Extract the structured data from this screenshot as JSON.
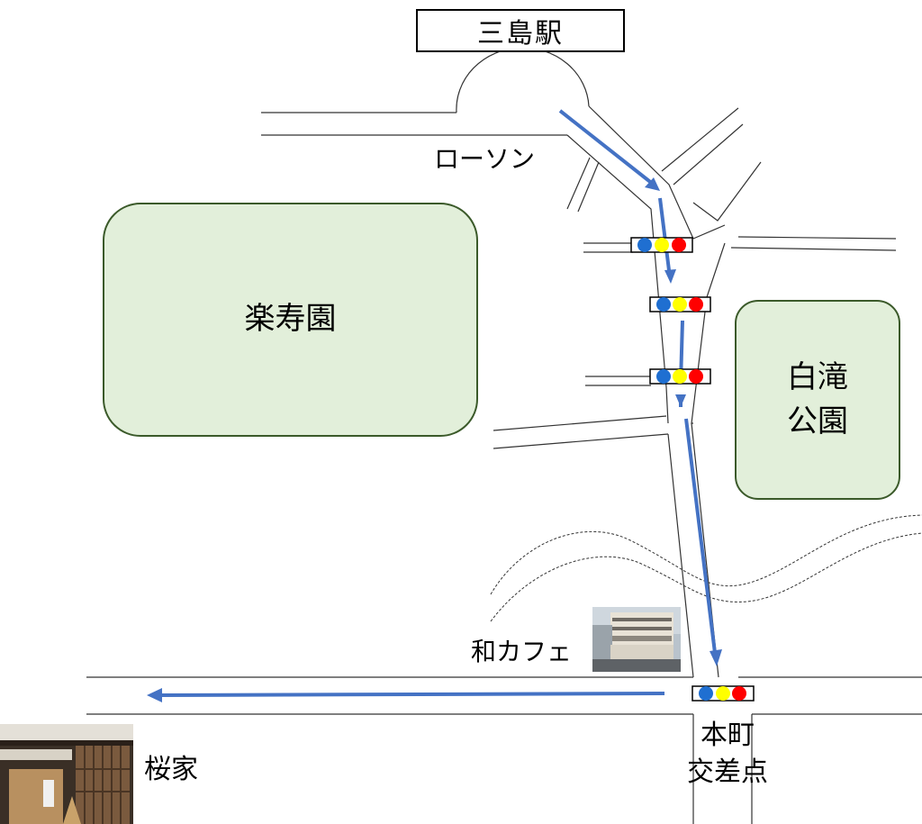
{
  "station": {
    "name": "三島駅"
  },
  "landmarks": {
    "lawson": "ローソン",
    "wa_cafe": "和カフェ",
    "sakuraya": "桜家"
  },
  "parks": {
    "rakujuen": "楽寿園",
    "hakutaki": [
      "白滝",
      "公園"
    ]
  },
  "intersection": {
    "name": [
      "本町",
      "交差点"
    ]
  },
  "traffic_light_colors": {
    "blue": "#1f6fd1",
    "yellow": "#ffff00",
    "red": "#ff0000"
  },
  "colors": {
    "route": "#4472c4",
    "park_fill": "#e2efda",
    "park_border": "#3b5a2a"
  }
}
